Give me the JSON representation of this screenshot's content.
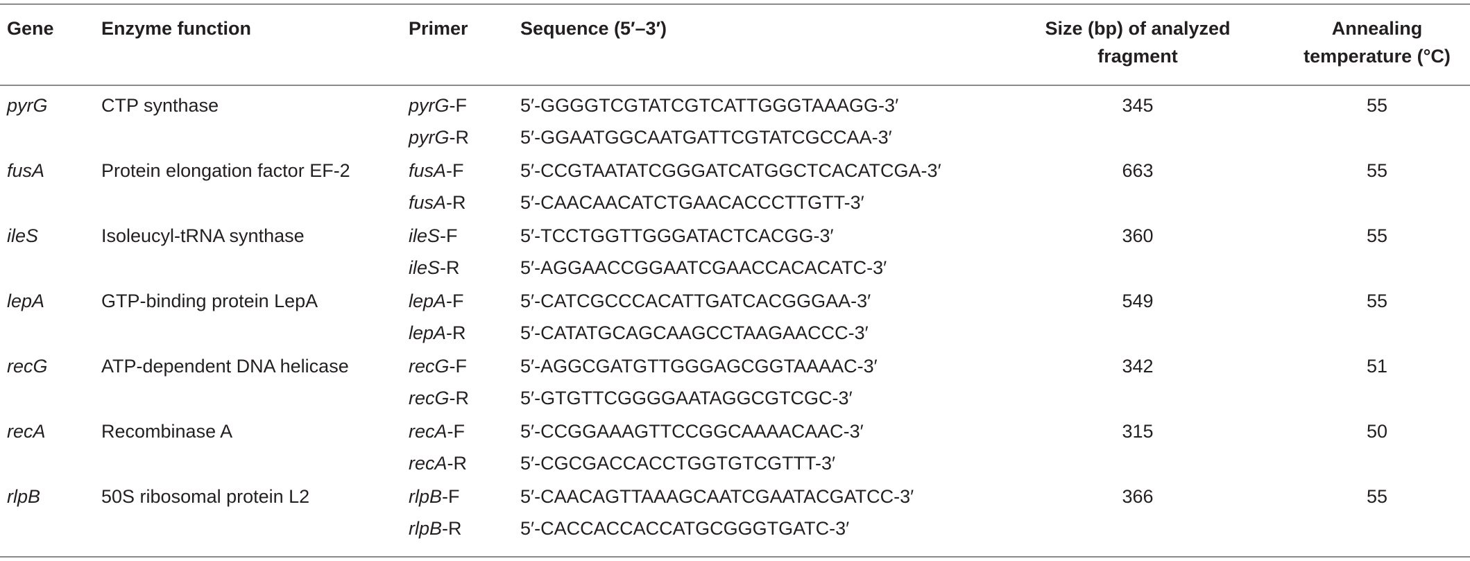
{
  "headers": {
    "gene": "Gene",
    "function": "Enzyme function",
    "primer": "Primer",
    "sequence": "Sequence (5′–3′)",
    "size_line1": "Size (bp) of analyzed",
    "size_line2": "fragment",
    "temp_line1": "Annealing",
    "temp_line2": "temperature (°C)"
  },
  "rows": [
    {
      "gene": "pyrG",
      "function": "CTP synthase",
      "size": "345",
      "temp": "55",
      "primers": [
        {
          "name": "pyrG",
          "suffix": "-F",
          "seq": "5′-GGGGTCGTATCGTCATTGGGTAAAGG-3′"
        },
        {
          "name": "pyrG",
          "suffix": "-R",
          "seq": "5′-GGAATGGCAATGATTCGTATCGCCAA-3′"
        }
      ]
    },
    {
      "gene": "fusA",
      "function": "Protein elongation factor EF-2",
      "size": "663",
      "temp": "55",
      "primers": [
        {
          "name": "fusA",
          "suffix": "-F",
          "seq": "5′-CCGTAATATCGGGATCATGGCTCACATCGA-3′"
        },
        {
          "name": "fusA",
          "suffix": "-R",
          "seq": "5′-CAACAACATCTGAACACCCTTGTT-3′"
        }
      ]
    },
    {
      "gene": "ileS",
      "function": "Isoleucyl-tRNA synthase",
      "size": "360",
      "temp": "55",
      "primers": [
        {
          "name": "ileS",
          "suffix": "-F",
          "seq": "5′-TCCTGGTTGGGATACTCACGG-3′"
        },
        {
          "name": "ileS",
          "suffix": "-R",
          "seq": "5′-AGGAACCGGAATCGAACCACACATC-3′"
        }
      ]
    },
    {
      "gene": "lepA",
      "function": "GTP-binding protein LepA",
      "size": "549",
      "temp": "55",
      "primers": [
        {
          "name": "lepA",
          "suffix": "-F",
          "seq": "5′-CATCGCCCACATTGATCACGGGAA-3′"
        },
        {
          "name": "lepA",
          "suffix": "-R",
          "seq": "5′-CATATGCAGCAAGCCTAAGAACCC-3′"
        }
      ]
    },
    {
      "gene": "recG",
      "function": "ATP-dependent DNA helicase",
      "size": "342",
      "temp": "51",
      "primers": [
        {
          "name": "recG",
          "suffix": "-F",
          "seq": "5′-AGGCGATGTTGGGAGCGGTAAAAC-3′"
        },
        {
          "name": "recG",
          "suffix": "-R",
          "seq": "5′-GTGTTCGGGGAATAGGCGTCGC-3′"
        }
      ]
    },
    {
      "gene": "recA",
      "function": "Recombinase A",
      "size": "315",
      "temp": "50",
      "primers": [
        {
          "name": "recA",
          "suffix": "-F",
          "seq": "5′-CCGGAAAGTTCCGGCAAAACAAC-3′"
        },
        {
          "name": "recA",
          "suffix": "-R",
          "seq": "5′-CGCGACCACCTGGTGTCGTTT-3′"
        }
      ]
    },
    {
      "gene": "rlpB",
      "function": "50S ribosomal protein L2",
      "size": "366",
      "temp": "55",
      "primers": [
        {
          "name": "rlpB",
          "suffix": "-F",
          "seq": "5′-CAACAGTTAAAGCAATCGAATACGATCC-3′"
        },
        {
          "name": "rlpB",
          "suffix": "-R",
          "seq": "5′-CACCACCACCATGCGGGTGATC-3′"
        }
      ]
    }
  ]
}
